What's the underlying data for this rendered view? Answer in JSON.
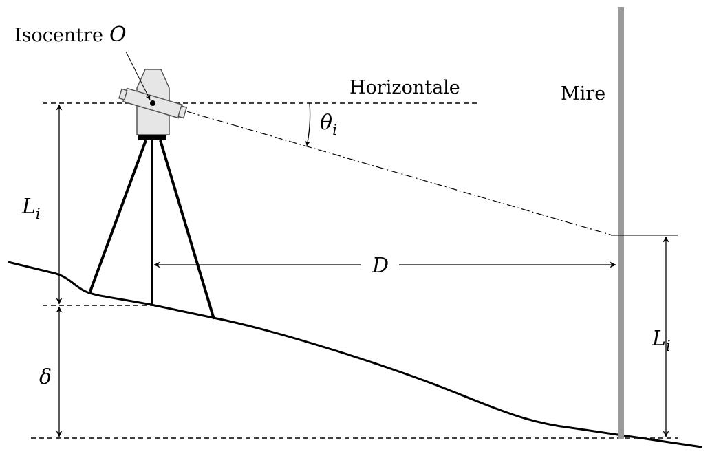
{
  "labels": {
    "isocentre_text": "Isocentre",
    "isocentre_symbol": "O",
    "horizontal": "Horizontale",
    "staff": "Mire",
    "height_symbol": "L",
    "height_sub": "i",
    "distance_symbol": "D",
    "delta_symbol": "δ",
    "angle_symbol": "θ",
    "angle_sub": "i"
  },
  "colors": {
    "line": "#000000",
    "staff": "#9a9a9a",
    "instrument_fill": "#e6e6e6",
    "instrument_stroke": "#555555"
  }
}
